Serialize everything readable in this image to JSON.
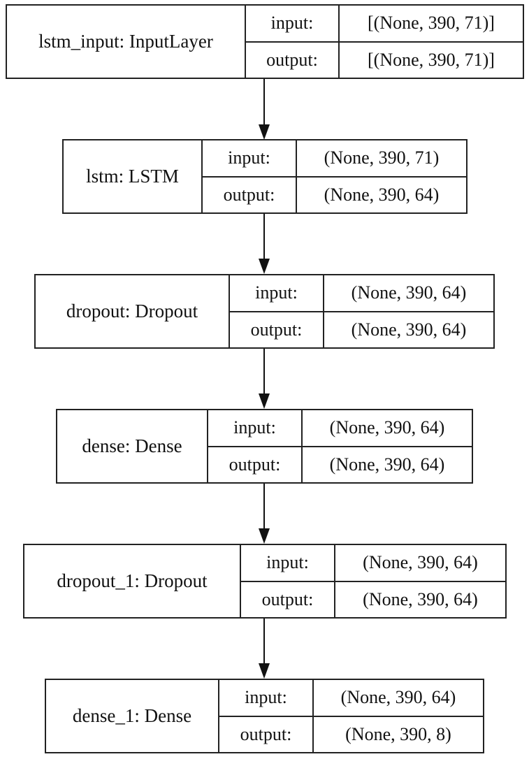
{
  "layers": [
    {
      "name": "lstm_input: InputLayer",
      "input_label": "input:",
      "output_label": "output:",
      "input_shape": "[(None, 390, 71)]",
      "output_shape": "[(None, 390, 71)]"
    },
    {
      "name": "lstm: LSTM",
      "input_label": "input:",
      "output_label": "output:",
      "input_shape": "(None, 390, 71)",
      "output_shape": "(None, 390, 64)"
    },
    {
      "name": "dropout: Dropout",
      "input_label": "input:",
      "output_label": "output:",
      "input_shape": "(None, 390, 64)",
      "output_shape": "(None, 390, 64)"
    },
    {
      "name": "dense: Dense",
      "input_label": "input:",
      "output_label": "output:",
      "input_shape": "(None, 390, 64)",
      "output_shape": "(None, 390, 64)"
    },
    {
      "name": "dropout_1: Dropout",
      "input_label": "input:",
      "output_label": "output:",
      "input_shape": "(None, 390, 64)",
      "output_shape": "(None, 390, 64)"
    },
    {
      "name": "dense_1: Dense",
      "input_label": "input:",
      "output_label": "output:",
      "input_shape": "(None, 390, 64)",
      "output_shape": "(None, 390, 8)"
    }
  ]
}
